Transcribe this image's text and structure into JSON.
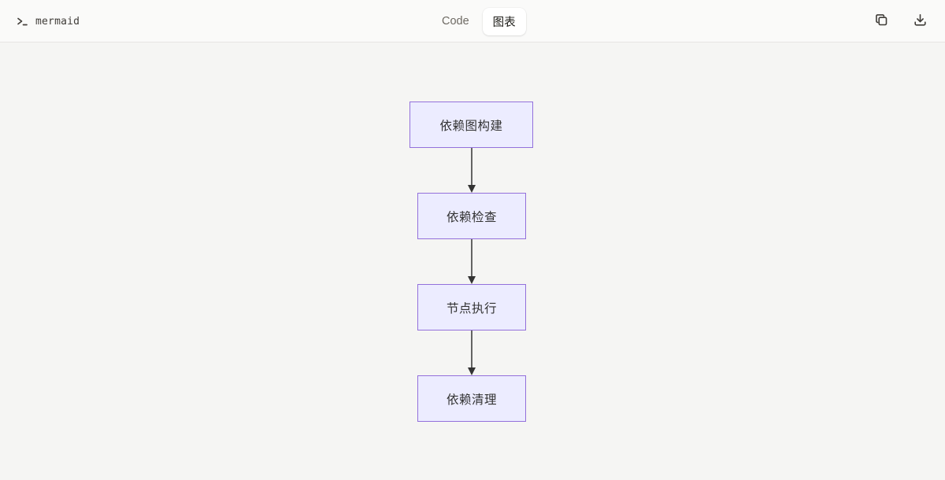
{
  "header": {
    "app_label": "mermaid",
    "terminal_icon": "terminal-prompt-icon",
    "tabs": [
      {
        "label": "Code",
        "active": false
      },
      {
        "label": "图表",
        "active": true
      }
    ],
    "actions": [
      {
        "name": "copy",
        "icon": "copy-icon"
      },
      {
        "name": "download",
        "icon": "download-icon"
      }
    ]
  },
  "diagram": {
    "type": "flowchart",
    "direction": "top-down",
    "nodes": [
      {
        "id": "A",
        "label": "依赖图构建"
      },
      {
        "id": "B",
        "label": "依赖检查"
      },
      {
        "id": "C",
        "label": "节点执行"
      },
      {
        "id": "D",
        "label": "依赖清理"
      }
    ],
    "edges": [
      {
        "from": "A",
        "to": "B"
      },
      {
        "from": "B",
        "to": "C"
      },
      {
        "from": "C",
        "to": "D"
      }
    ],
    "colors": {
      "node_fill": "#ECECFF",
      "node_border": "#9370DB",
      "edge": "#333333",
      "node_text": "#333333"
    }
  }
}
